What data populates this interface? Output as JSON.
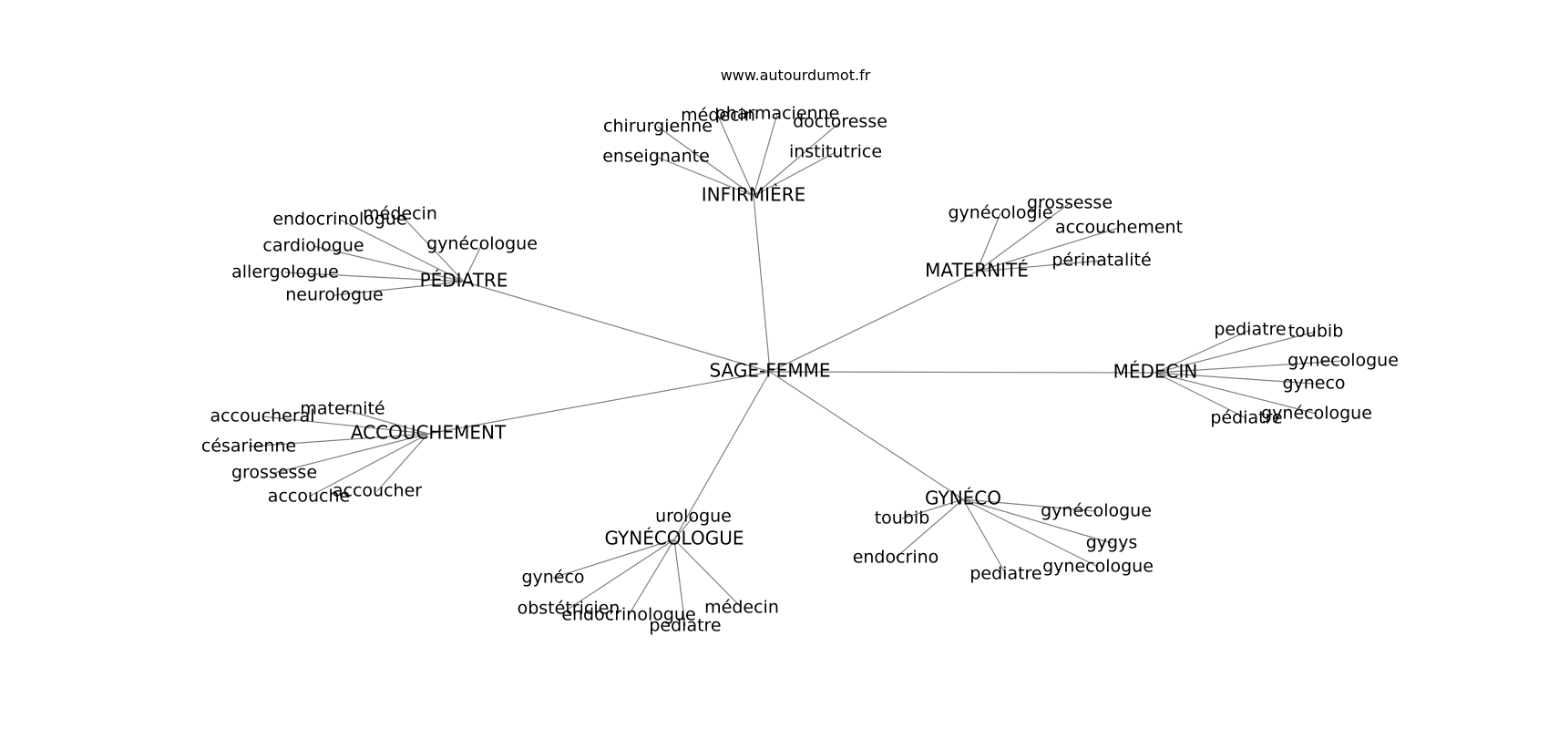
{
  "source": "www.autourdumot.fr",
  "center": "SAGE-FEMME",
  "hubs": [
    {
      "label": "INFIRMIÈRE",
      "leaves": [
        "pharmacienne",
        "médecin",
        "chirurgienne",
        "enseignante",
        "doctoresse",
        "institutrice"
      ]
    },
    {
      "label": "MATERNITÉ",
      "leaves": [
        "gynécologie",
        "grossesse",
        "accouchement",
        "périnatalité"
      ]
    },
    {
      "label": "MÉDECIN",
      "leaves": [
        "pediatre",
        "toubib",
        "gynecologue",
        "gyneco",
        "pédiatre",
        "gynécologue"
      ]
    },
    {
      "label": "GYNÉCO",
      "leaves": [
        "toubib",
        "endocrino",
        "gynécologue",
        "gygys",
        "gynecologue",
        "pediatre"
      ]
    },
    {
      "label": "GYNÉCOLOGUE",
      "leaves": [
        "urologue",
        "gynéco",
        "obstétricien",
        "endocrinologue",
        "pediatre",
        "médecin"
      ]
    },
    {
      "label": "ACCOUCHEMENT",
      "leaves": [
        "maternité",
        "accoucheral",
        "césarienne",
        "grossesse",
        "accouche",
        "accoucher"
      ]
    },
    {
      "label": "PÉDIATRE",
      "leaves": [
        "médecin",
        "endocrinologue",
        "gynécologue",
        "cardiologue",
        "allergologue",
        "neurologue"
      ]
    }
  ]
}
